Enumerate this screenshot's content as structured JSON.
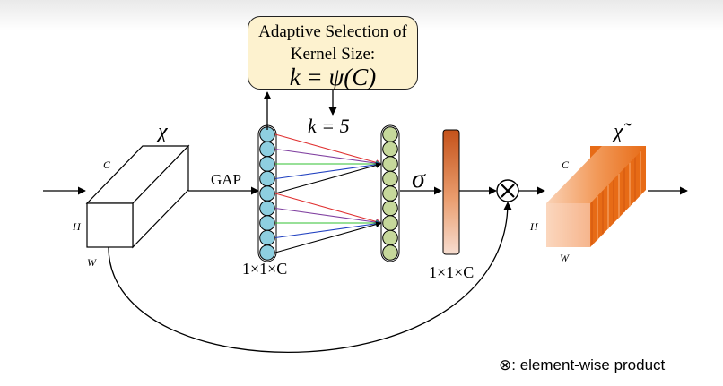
{
  "selection_box": {
    "line1": "Adaptive Selection of",
    "line2": "Kernel Size:",
    "formula": "k = ψ(C)"
  },
  "labels": {
    "k_value": "k = 5",
    "gap": "GAP",
    "sigma": "σ",
    "chi": "χ",
    "chi_tilde": "χ̃",
    "input_c": "C",
    "input_h": "H",
    "input_w": "W",
    "output_c": "C",
    "output_h": "H",
    "output_w": "W",
    "gap_dims": "1×1×C",
    "sigma_dims": "1×1×C",
    "multiply_symbol": "⊗"
  },
  "legend": {
    "text": "⊗: element-wise product"
  },
  "colors": {
    "gap_nodes": "#8ecfe0",
    "conv_nodes": "#c6d89b",
    "selection_box_fill": "#fdf2cf",
    "sigma_bar_top": "#c4521a",
    "sigma_bar_bottom": "#f7ddd0",
    "output_cube_front": "#f8c7a3",
    "output_cube_side": "#e76b16",
    "connection_colors": [
      "#e03030",
      "#8040a0",
      "#30c030",
      "#2040c0",
      "#000000"
    ]
  }
}
